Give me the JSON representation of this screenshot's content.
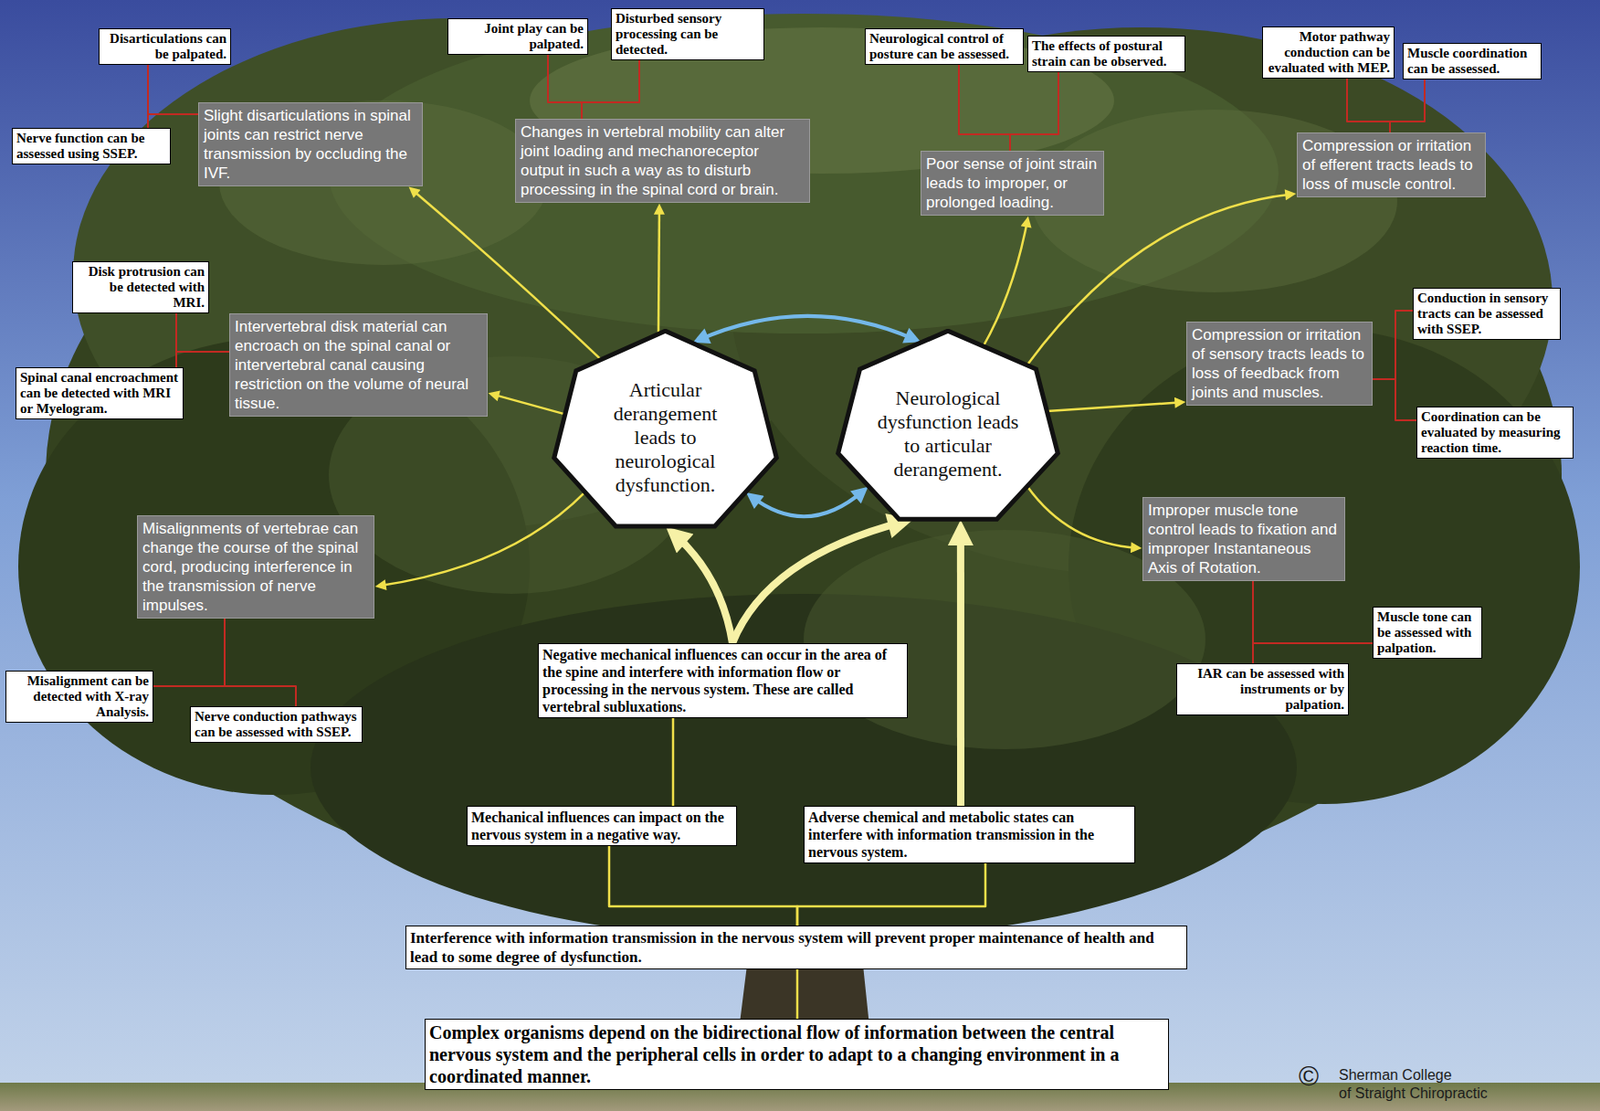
{
  "diagram": {
    "nodes": [
      {
        "text": [
          "Disarticulations can be palpated."
        ]
      },
      {
        "text": [
          "Slight disarticulations in spinal joints can restrict nerve transmission by occluding the IVF."
        ]
      },
      {
        "text": [
          "Nerve function can be assessed using SSEP."
        ]
      },
      {
        "text": [
          "Joint play can be palpated."
        ]
      },
      {
        "text": [
          "Disturbed sensory processing can be detected."
        ]
      },
      {
        "text": [
          "Changes in vertebral mobility can alter joint loading and mechanoreceptor output in such a way as to disturb processing in the spinal cord or brain."
        ]
      },
      {
        "text": [
          "Neurological control of posture can be assessed."
        ]
      },
      {
        "text": [
          "The effects of postural strain can be observed."
        ]
      },
      {
        "text": [
          "Poor sense of joint strain leads to improper, or prolonged loading."
        ]
      },
      {
        "text": [
          "Motor pathway conduction can be evaluated with MEP."
        ]
      },
      {
        "text": [
          "Muscle coordination can be assessed."
        ]
      },
      {
        "text": [
          "Compression or irritation of efferent tracts leads to loss of muscle control."
        ]
      },
      {
        "text": [
          "Disk protrusion can be detected with MRI."
        ]
      },
      {
        "text": [
          "Intervertebral disk material can encroach on the spinal canal or intervertebral canal causing restriction on the volume of neural tissue."
        ]
      },
      {
        "text": [
          "Spinal canal encroachment can be detected with MRI or Myelogram."
        ]
      },
      {
        "text": [
          "Articular derangement leads to neurological dysfunction."
        ]
      },
      {
        "text": [
          "Neurological dysfunction leads to articular derangement."
        ]
      },
      {
        "text": [
          "Conduction in sensory tracts can be assessed with SSEP."
        ]
      },
      {
        "text": [
          "Compression or irritation of sensory tracts leads to loss of feedback from joints and muscles."
        ]
      },
      {
        "text": [
          "Coordination can be evaluated by measuring reaction time."
        ]
      },
      {
        "text": [
          "Improper muscle tone control leads to fixation and improper Instantaneous Axis of Rotation."
        ]
      },
      {
        "text": [
          "Muscle tone can be assessed with palpation."
        ]
      },
      {
        "text": [
          "IAR can be assessed with instruments or by palpation."
        ]
      },
      {
        "text": [
          "Misalignments of vertebrae can change the course of the spinal cord, producing interference in the transmission of nerve impulses."
        ]
      },
      {
        "text": [
          "Misalignment can be detected with X-ray Analysis."
        ]
      },
      {
        "text": [
          "Nerve conduction pathways can be assessed with SSEP."
        ]
      },
      {
        "text": [
          "Negative mechanical influences can occur in the area of the spine and interfere with information flow or processing in the nervous system. These are called vertebral subluxations."
        ]
      },
      {
        "text": [
          "Mechanical influences can impact on the nervous system in a negative way."
        ]
      },
      {
        "text": [
          "Adverse chemical and metabolic states can interfere with information transmission in the nervous system."
        ]
      },
      {
        "text": [
          "Interference with information transmission in the nervous system will prevent proper maintenance of health and lead to some degree of dysfunction."
        ]
      },
      {
        "text": [
          "Complex organisms depend on the bidirectional flow of information between the central nervous system and the peripheral cells in order to adapt to a changing environment in a coordinated manner."
        ]
      }
    ],
    "edges": [
      {
        "from": 0,
        "to": 1,
        "arrow": "none"
      },
      {
        "from": 2,
        "to": 1,
        "arrow": "none"
      },
      {
        "from": 3,
        "to": 5,
        "arrow": "none"
      },
      {
        "from": 4,
        "to": 5,
        "arrow": "none"
      },
      {
        "from": 6,
        "to": 8,
        "arrow": "none"
      },
      {
        "from": 7,
        "to": 8,
        "arrow": "none"
      },
      {
        "from": 9,
        "to": 11,
        "arrow": "none"
      },
      {
        "from": 10,
        "to": 11,
        "arrow": "none"
      },
      {
        "from": 12,
        "to": 13,
        "arrow": "none"
      },
      {
        "from": 14,
        "to": 13,
        "arrow": "none"
      },
      {
        "from": 17,
        "to": 18,
        "arrow": "none"
      },
      {
        "from": 19,
        "to": 18,
        "arrow": "none"
      },
      {
        "from": 21,
        "to": 20,
        "arrow": "none"
      },
      {
        "from": 22,
        "to": 20,
        "arrow": "none"
      },
      {
        "from": 24,
        "to": 23,
        "arrow": "none"
      },
      {
        "from": 25,
        "to": 23,
        "arrow": "none"
      },
      {
        "from": 15,
        "to": 1,
        "arrow": "to"
      },
      {
        "from": 15,
        "to": 5,
        "arrow": "to"
      },
      {
        "from": 15,
        "to": 13,
        "arrow": "to"
      },
      {
        "from": 15,
        "to": 23,
        "arrow": "to"
      },
      {
        "from": 16,
        "to": 8,
        "arrow": "to"
      },
      {
        "from": 16,
        "to": 11,
        "arrow": "to"
      },
      {
        "from": 16,
        "to": 18,
        "arrow": "to"
      },
      {
        "from": 16,
        "to": 20,
        "arrow": "to"
      },
      {
        "from": 15,
        "to": 16,
        "arrow": "both"
      },
      {
        "from": 15,
        "to": 16,
        "arrow": "both"
      },
      {
        "from": 26,
        "to": 15,
        "arrow": "to"
      },
      {
        "from": 26,
        "to": 16,
        "arrow": "to"
      },
      {
        "from": 28,
        "to": 16,
        "arrow": "to"
      },
      {
        "from": 27,
        "to": 26,
        "arrow": "none"
      },
      {
        "from": 29,
        "to": 27,
        "arrow": "none"
      },
      {
        "from": 29,
        "to": 28,
        "arrow": "none"
      },
      {
        "from": 30,
        "to": 29,
        "arrow": "none"
      }
    ],
    "labels": [
      "©",
      "Sherman College",
      "of Straight Chiropractic"
    ]
  }
}
